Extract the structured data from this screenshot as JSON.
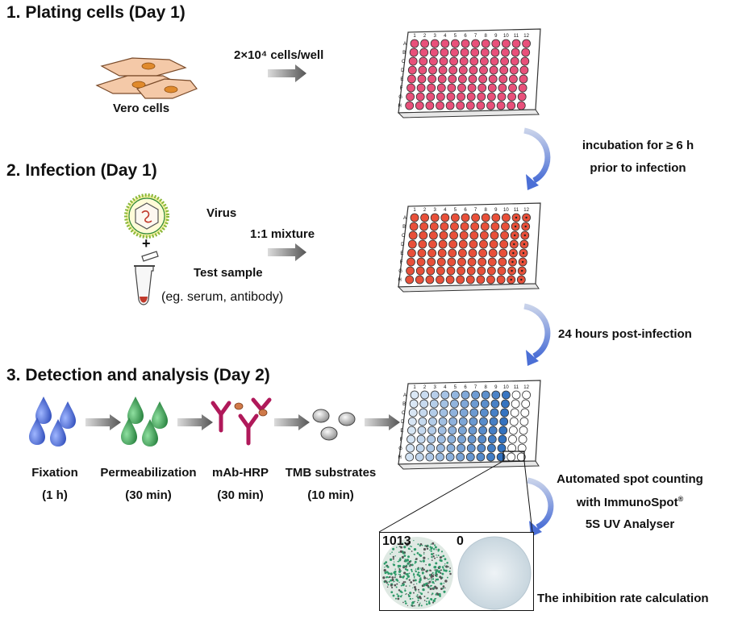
{
  "sections": [
    {
      "title": "1. Plating cells (Day 1)"
    },
    {
      "title": "2. Infection (Day 1)"
    },
    {
      "title": "3. Detection and analysis (Day 2)"
    }
  ],
  "plating": {
    "cell_label": "Vero cells",
    "density_label": "2×10⁴ cells/well"
  },
  "infection": {
    "virus_label": "Virus",
    "plus": "+",
    "mixture_label": "1:1 mixture",
    "sample_label": "Test sample",
    "sample_examples": "(eg. serum, antibody)"
  },
  "detection_steps": [
    {
      "name": "Fixation",
      "time": "(1 h)"
    },
    {
      "name": "Permeabilization",
      "time": "(30 min)"
    },
    {
      "name": "mAb-HRP",
      "time": "(30 min)"
    },
    {
      "name": "TMB substrates",
      "time": "(10 min)"
    }
  ],
  "transitions": {
    "incubation_line1": "incubation for ≥ 6 h",
    "incubation_line2": "prior to infection",
    "post_infection": "24 hours post-infection",
    "counting_line1": "Automated spot counting",
    "counting_line2": "with ImmunoSpot",
    "counting_reg": "®",
    "counting_line3": "5S UV Analyser"
  },
  "plate": {
    "columns": [
      "1",
      "2",
      "3",
      "4",
      "5",
      "6",
      "7",
      "8",
      "9",
      "10",
      "11",
      "12"
    ],
    "rows": [
      "A",
      "B",
      "C",
      "D",
      "E",
      "F",
      "G",
      "H"
    ]
  },
  "well_images": {
    "left_count": "1013",
    "right_count": "0"
  },
  "result_label": "The inhibition rate calculation",
  "colors": {
    "plate1_well": "#e8507a",
    "plate2_well": "#e8503a",
    "plate3_well_dark": "#2f6fbe",
    "plate3_well_light": "#dbe8f5",
    "fixation_drop": "#3a5fd0",
    "permeabilization_drop": "#2f9a4a",
    "antibody": "#b0195a",
    "tmb_bead": "#bcbcbc",
    "arrow": "#555555",
    "curved_arrow": "#4b6fd6",
    "cell": "#f4c9a8"
  }
}
